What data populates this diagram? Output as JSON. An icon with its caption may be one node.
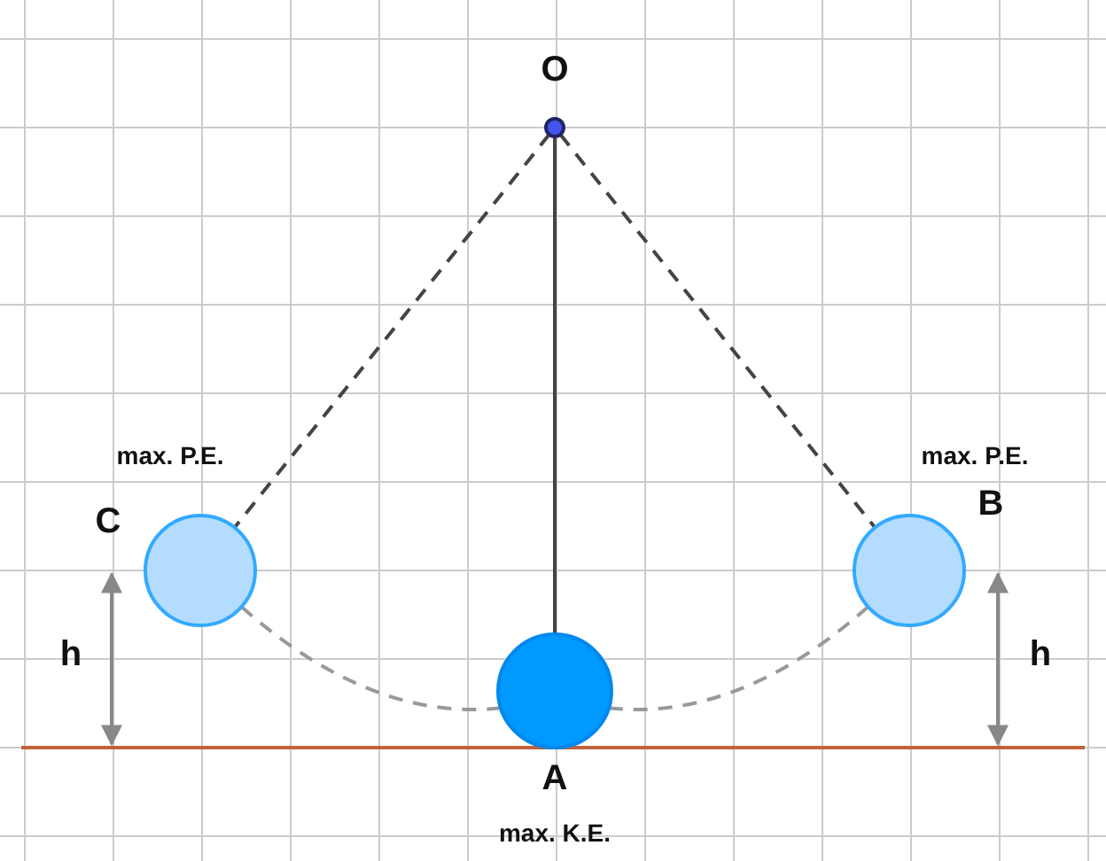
{
  "diagram": {
    "nodes": [
      {
        "text": [
          "O"
        ]
      },
      {
        "text": [
          "max. P.E.",
          "C"
        ]
      },
      {
        "text": [
          "max. P.E.",
          "B"
        ]
      },
      {
        "text": [
          "A",
          "max. K.E."
        ]
      }
    ],
    "edges": [
      {
        "from": 0,
        "to": 3,
        "arrow": "none"
      },
      {
        "from": 0,
        "to": 1,
        "arrow": "none",
        "style": "dashed"
      },
      {
        "from": 0,
        "to": 2,
        "arrow": "none",
        "style": "dashed"
      },
      {
        "from": 1,
        "to": 3,
        "arrow": "none",
        "style": "dashed",
        "color": "#999999"
      },
      {
        "from": 3,
        "to": 2,
        "arrow": "none",
        "style": "dashed",
        "color": "#999999"
      }
    ],
    "labels": [
      "h",
      "h"
    ]
  }
}
